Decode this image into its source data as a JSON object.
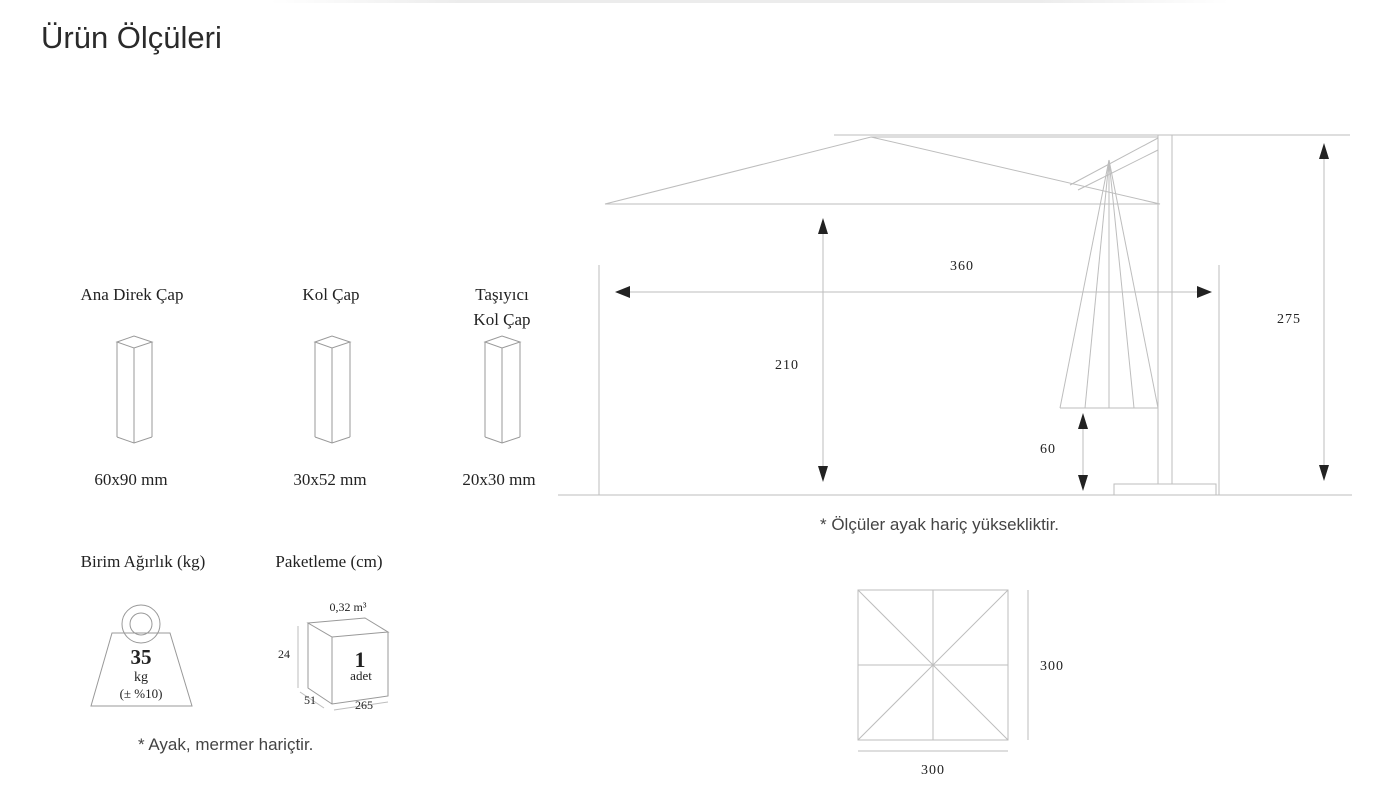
{
  "page_title": "Ürün Ölçüleri",
  "profiles": [
    {
      "label": "Ana  Direk Çap",
      "size": "60x90 mm"
    },
    {
      "label": "Kol Çap",
      "size": "30x52 mm"
    },
    {
      "label_line1": "Taşıyıcı",
      "label_line2": "Kol Çap",
      "size": "20x30 mm"
    }
  ],
  "weight": {
    "title": "Birim Ağırlık (kg)",
    "value": "35",
    "unit": "kg",
    "tolerance": "(± %10)"
  },
  "packaging": {
    "title": "Paketleme  (cm)",
    "volume": "0,32  m³",
    "count": "1",
    "count_unit": "adet",
    "height": "24",
    "depth": "51",
    "width": "265"
  },
  "left_note": "* Ayak, mermer hariçtir.",
  "side_view": {
    "width_dim": "360",
    "height_under_canopy": "210",
    "total_height": "275",
    "bottom_clearance": "60"
  },
  "right_note": "* Ölçüler ayak hariç yüksekliktir.",
  "top_view": {
    "width": "300",
    "depth": "300"
  }
}
